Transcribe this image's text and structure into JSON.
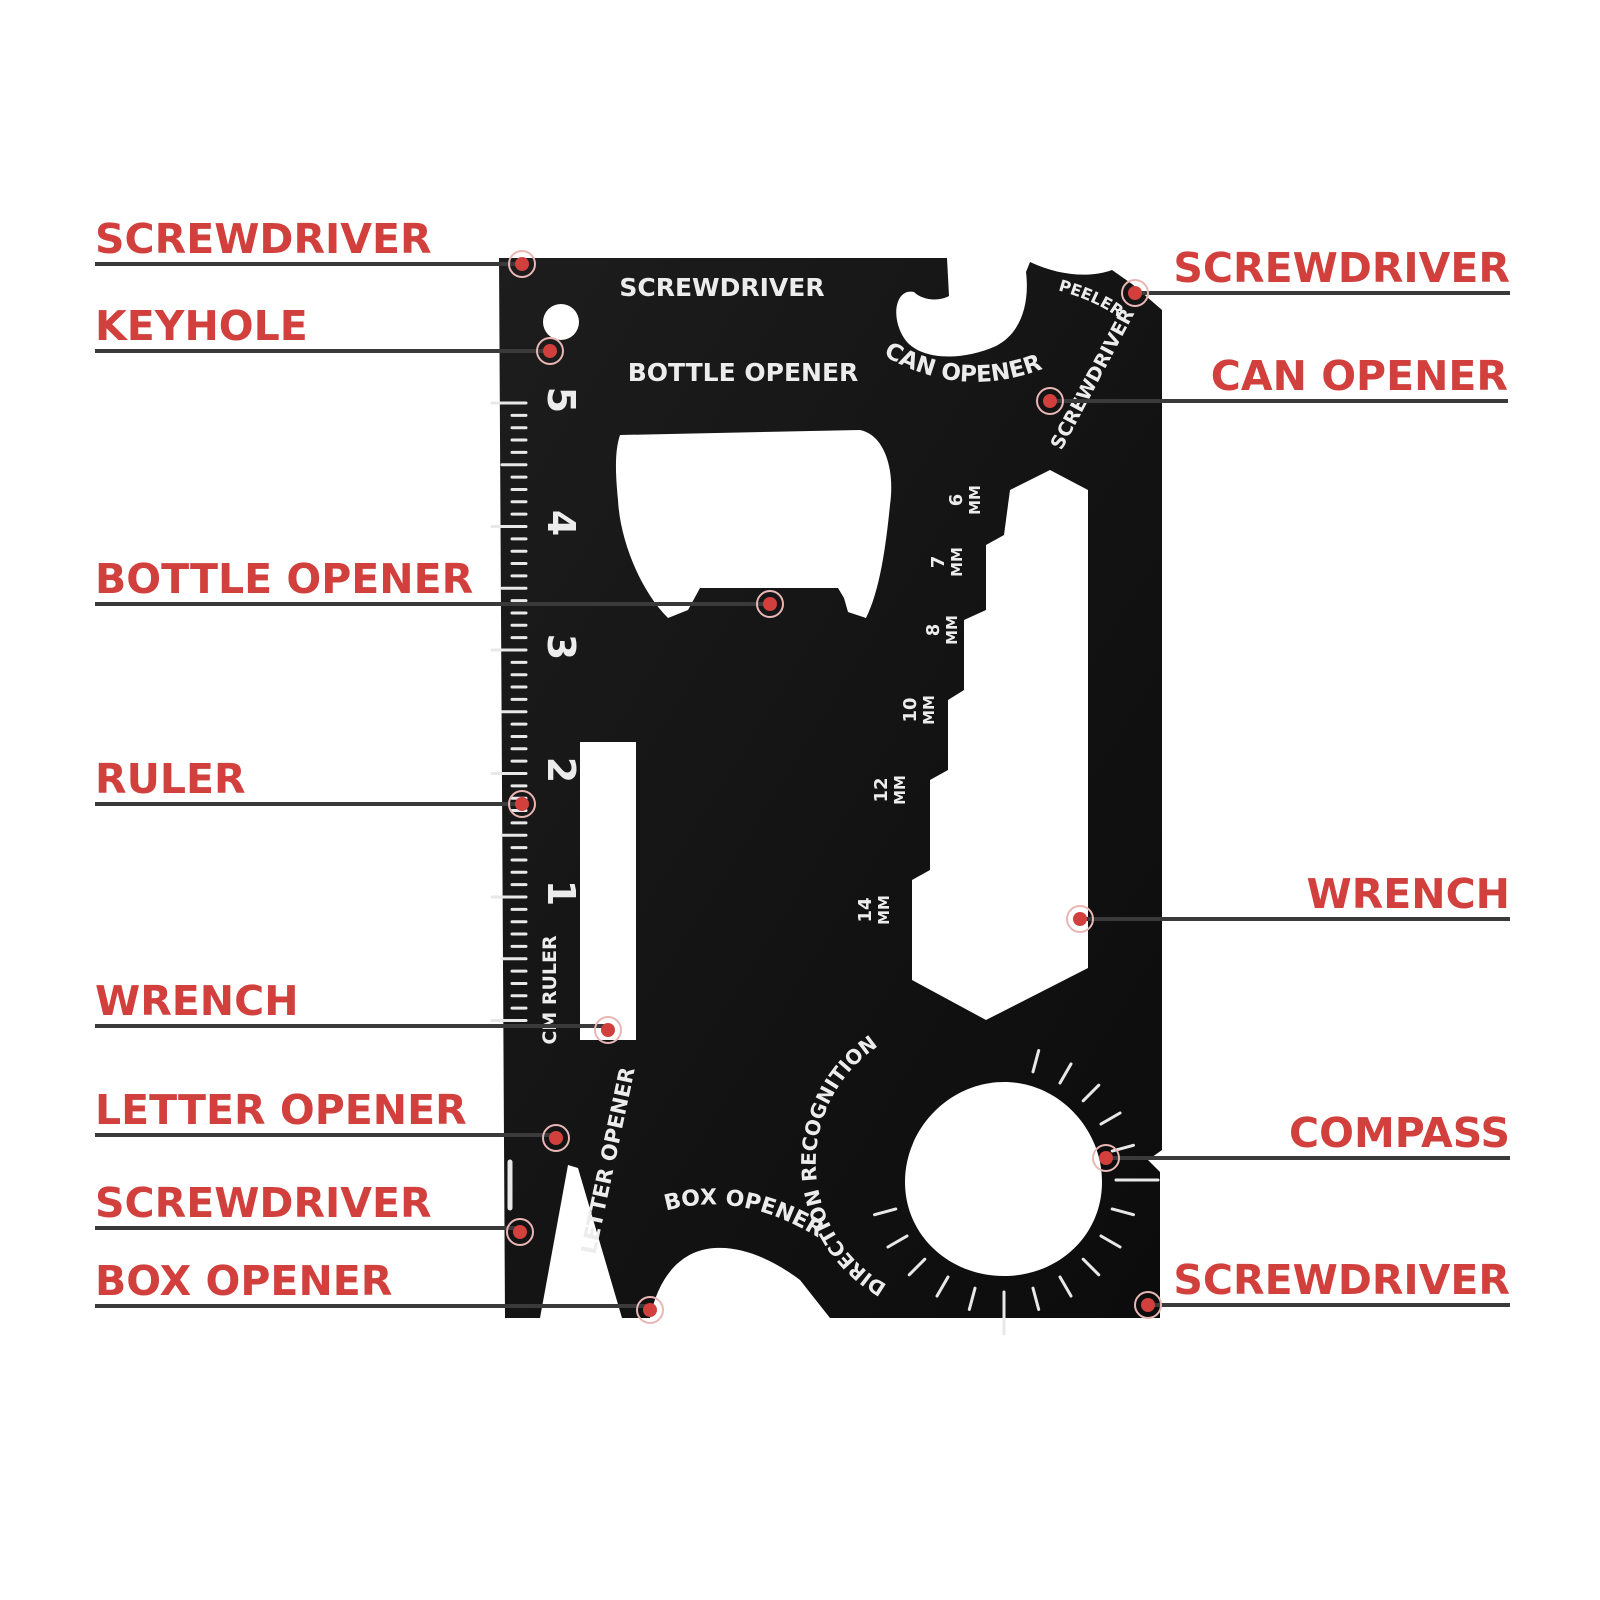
{
  "callouts": {
    "screwdriver_top_left": "SCREWDRIVER",
    "keyhole": "KEYHOLE",
    "bottle_opener": "BOTTLE OPENER",
    "ruler": "RULER",
    "wrench_left": "WRENCH",
    "letter_opener": "LETTER OPENER",
    "screwdriver_left_bottom": "SCREWDRIVER",
    "box_opener": "BOX OPENER",
    "screwdriver_top_right": "SCREWDRIVER",
    "can_opener": "CAN OPENER",
    "wrench_right": "WRENCH",
    "compass": "COMPASS",
    "screwdriver_bottom_right": "SCREWDRIVER"
  },
  "card": {
    "screwdriver_label": "SCREWDRIVER",
    "bottle_opener_label": "BOTTLE OPENER",
    "can_opener_label": "CAN OPENER",
    "peeler_label": "PEELER",
    "screwdriver_corner_label": "SCREWDRIVER",
    "cm_ruler_label": "CM RULER",
    "letter_opener_label": "LETTER OPENER",
    "box_opener_label": "BOX OPENER",
    "direction_label": "DIRECTION RECOGNITION",
    "ruler_numbers": [
      "5",
      "4",
      "3",
      "2",
      "1"
    ],
    "wrench_sizes": [
      {
        "num": "6",
        "unit": "MM"
      },
      {
        "num": "7",
        "unit": "MM"
      },
      {
        "num": "8",
        "unit": "MM"
      },
      {
        "num": "10",
        "unit": "MM"
      },
      {
        "num": "12",
        "unit": "MM"
      },
      {
        "num": "14",
        "unit": "MM"
      }
    ]
  },
  "colors": {
    "accent": "#d1403d",
    "card": "#141414",
    "leader": "#3a3a3a"
  }
}
